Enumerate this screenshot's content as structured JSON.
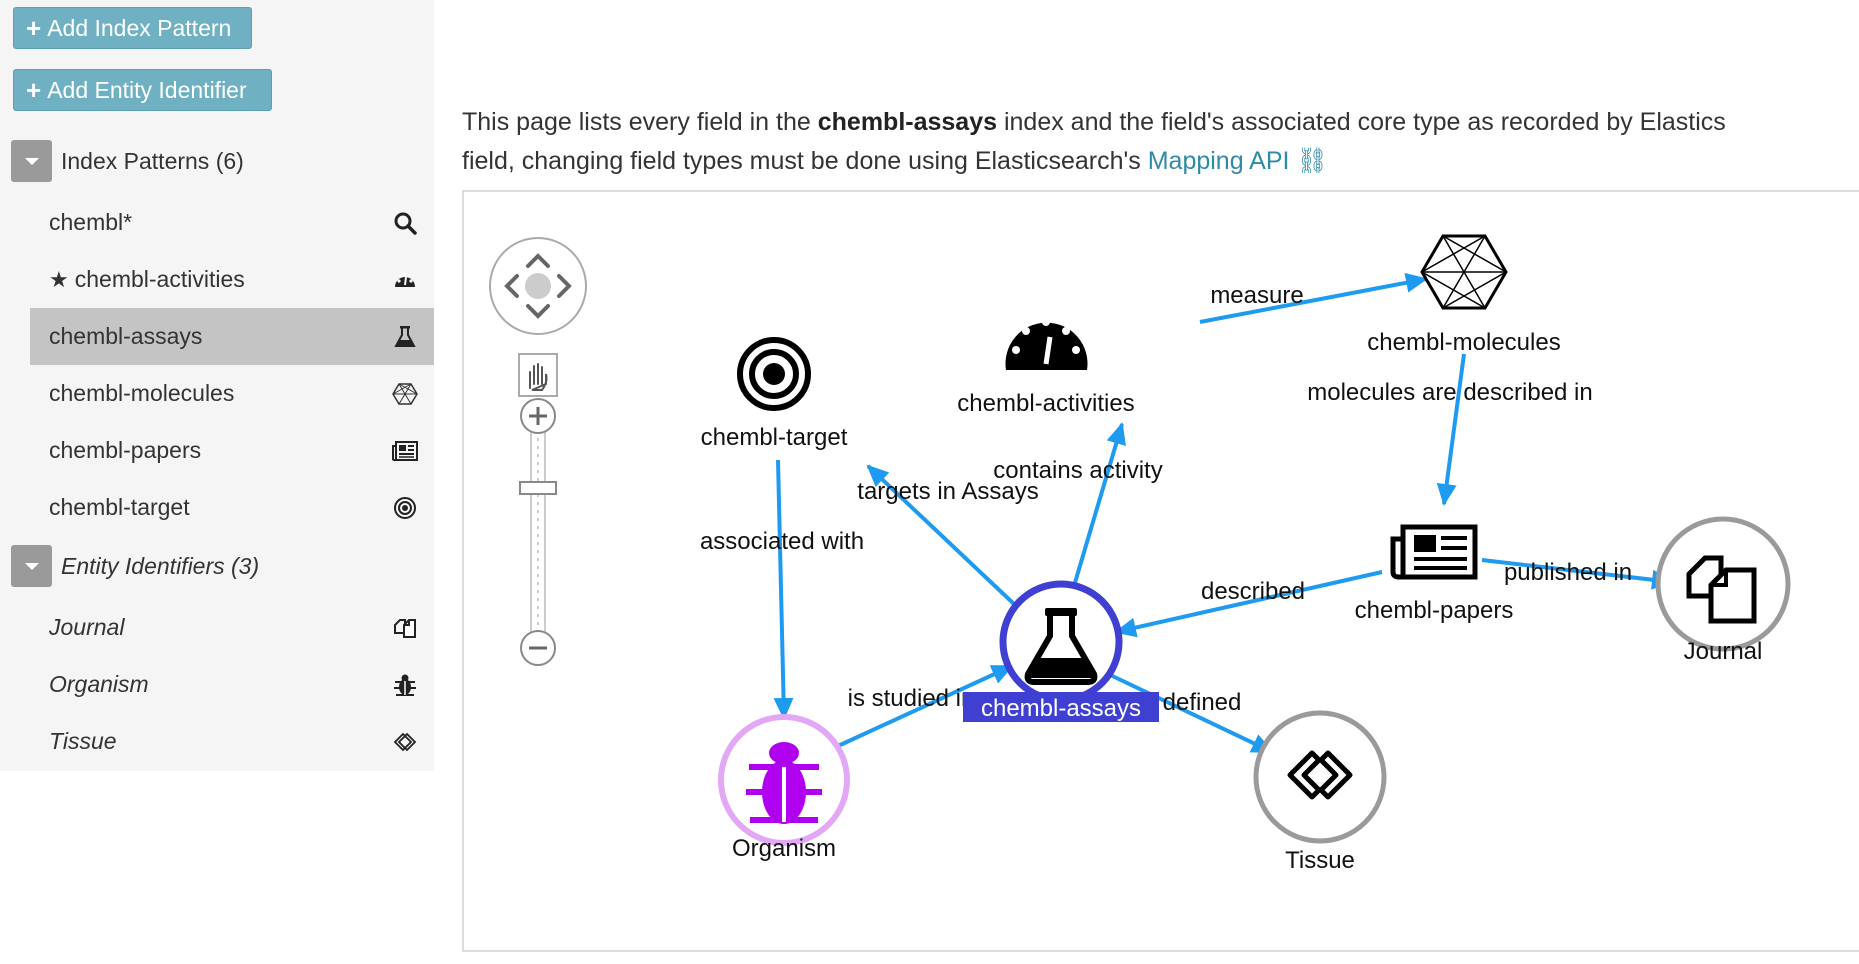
{
  "sidebar": {
    "add_index_pattern": "Add Index Pattern",
    "add_entity_identifier": "Add Entity Identifier",
    "index_patterns_title": "Index Patterns (6)",
    "index_patterns": [
      {
        "label": "chembl*",
        "icon": "search-icon"
      },
      {
        "label": "chembl-activities",
        "icon": "dashboard-icon",
        "starred": true
      },
      {
        "label": "chembl-assays",
        "icon": "flask-icon",
        "active": true
      },
      {
        "label": "chembl-molecules",
        "icon": "molecule-icon"
      },
      {
        "label": "chembl-papers",
        "icon": "newspaper-icon"
      },
      {
        "label": "chembl-target",
        "icon": "target-icon"
      }
    ],
    "entity_identifiers_title": "Entity Identifiers (3)",
    "entity_identifiers": [
      {
        "label": "Journal",
        "icon": "documents-icon"
      },
      {
        "label": "Organism",
        "icon": "bug-icon"
      },
      {
        "label": "Tissue",
        "icon": "tissue-icon"
      }
    ]
  },
  "description": {
    "pre": "This page lists every field in the ",
    "index_name": "chembl-assays",
    "post": " index and the field's associated core type as recorded by Elastics",
    "line2": "field, changing field types must be done using Elasticsearch's ",
    "link_text": "Mapping API"
  },
  "graph": {
    "nodes": {
      "chembl_target": "chembl-target",
      "chembl_activities": "chembl-activities",
      "chembl_molecules": "chembl-molecules",
      "chembl_papers": "chembl-papers",
      "chembl_assays": "chembl-assays",
      "organism": "Organism",
      "tissue": "Tissue",
      "journal": "Journal"
    },
    "edges": {
      "measure": "measure",
      "molecules_described_in": "molecules are described in",
      "contains_activity": "contains activity",
      "targets_in_assays": "targets in Assays",
      "associated_with": "associated with",
      "described": "described",
      "published_in": "published in",
      "is_studied_in": "is studied in",
      "defined": "defined"
    },
    "colors": {
      "edge": "#1e9bf0",
      "selected_node": "#3f3fd1",
      "organism": "#b000f0",
      "node_ring": "#9a9a9a"
    }
  }
}
